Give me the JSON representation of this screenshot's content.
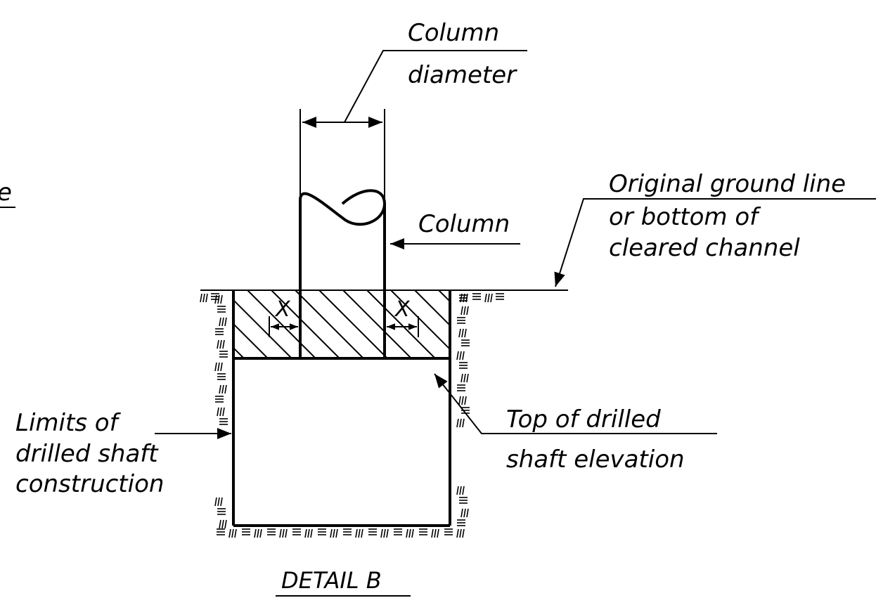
{
  "labels": {
    "column_diameter_line1": "Column",
    "column_diameter_line2": "diameter",
    "column": "Column",
    "ground_line1": "Original ground line",
    "ground_line2": "or bottom of",
    "ground_line3": "cleared channel",
    "limits_line1": "Limits of",
    "limits_line2": "drilled shaft",
    "limits_line3": "construction",
    "top_line1": "Top of drilled",
    "top_line2": "shaft elevation",
    "x_left": "X",
    "x_right": "X",
    "partial_left": "e",
    "title": "DETAIL B"
  }
}
